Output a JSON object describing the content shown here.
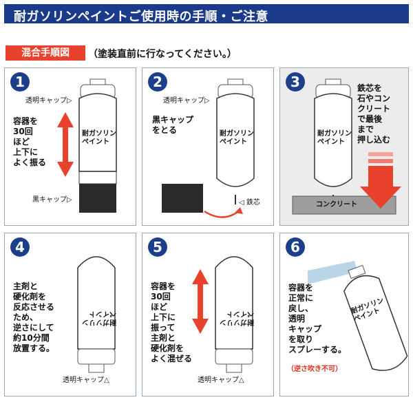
{
  "header": {
    "title": "耐ガソリンペイントご使用時の手順・ご注意"
  },
  "mix": {
    "label": "混合手順図",
    "note": "（塗装直前に行なってください。）"
  },
  "steps": [
    {
      "num": "1",
      "cap_label": "透明キャップ▷",
      "text": "容器を\n30回\nほど\n上下に\nよく振る",
      "black_cap": "黒キャップ▷",
      "can_label": "耐ガソリン\nペイント"
    },
    {
      "num": "2",
      "cap_label": "透明キャップ▷",
      "text": "黒キャップ\nをとる",
      "core": "◁ 鉄芯",
      "can_label": "耐ガソリン\nペイント"
    },
    {
      "num": "3",
      "text": "鉄芯を\n石やコン\nクリート\nで最後\nまで\n押し込む",
      "concrete": "コンクリート",
      "can_label": "耐ガソリン\nペイント"
    },
    {
      "num": "4",
      "text": "主剤と\n硬化剤を\n反応させる\nため、\n逆さにして\n約10分間\n放置する。",
      "cap_label": "透明キャップ△",
      "can_label": "耐ガソリン\nペイント"
    },
    {
      "num": "5",
      "text": "容器を\n30回\nほど\n上下に\n振って\n主剤と\n硬化剤を\nよく混ぜる",
      "cap_label": "透明キャップ△",
      "can_label": "耐ガソリン\nペイント"
    },
    {
      "num": "6",
      "text": "容器を\n正常に\n戻し、\n透明\nキャップ\nを取り\nスプレーする。",
      "warning": "（逆さ吹き不可）",
      "can_label": "耐ガソリン\nペイント"
    }
  ]
}
